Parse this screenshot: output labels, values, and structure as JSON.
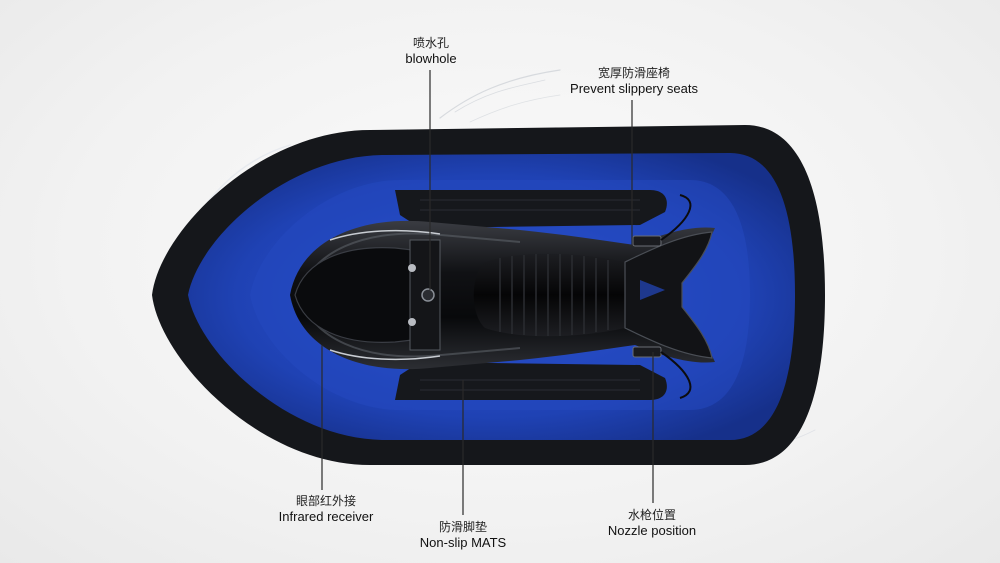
{
  "callouts": {
    "blowhole": {
      "cn": "喷水孔",
      "en": "blowhole"
    },
    "seats": {
      "cn": "宽厚防滑座椅",
      "en": "Prevent slippery seats"
    },
    "receiver": {
      "cn": "眼部红外接",
      "en": "Infrared receiver"
    },
    "mats": {
      "cn": "防滑脚垫",
      "en": "Non-slip MATS"
    },
    "nozzle": {
      "cn": "水枪位置",
      "en": "Nozzle position"
    }
  },
  "colors": {
    "hull_blue": "#1e3fae",
    "hull_rim": "#15171b",
    "body_black": "#0c0c0e",
    "leader_line": "#2a2a2a",
    "background": "#f2f2f2"
  },
  "icons": {
    "splash": "water-splash-icon"
  }
}
